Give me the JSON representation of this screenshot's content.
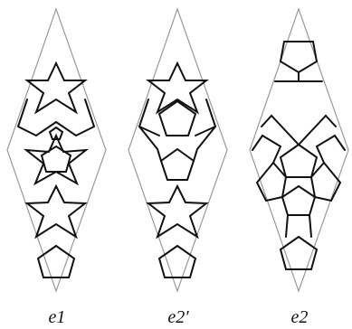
{
  "figure": {
    "panels": [
      {
        "id": "e1",
        "caption": "e1"
      },
      {
        "id": "e2p",
        "caption": "e2′"
      },
      {
        "id": "e2",
        "caption": "e2"
      }
    ]
  }
}
